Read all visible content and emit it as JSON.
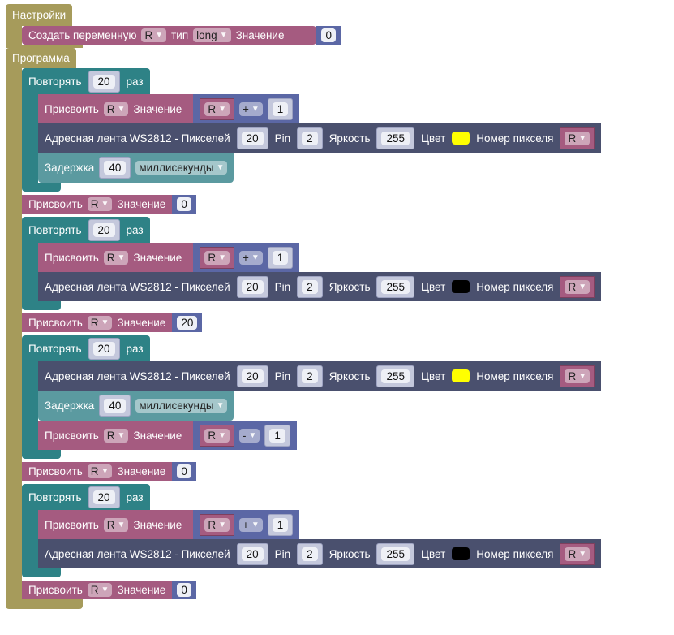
{
  "colors": {
    "settings": "#a69b5b",
    "variable": "#a55b80",
    "loop": "#2e8286",
    "strip": "#4a506e",
    "delay": "#5b9aa0",
    "math": "#5b67a5"
  },
  "setup": {
    "label": "Настройки",
    "blocks": [
      {
        "type": "declare",
        "label": "Создать переменную",
        "var": "R",
        "type_label": "тип",
        "type_value": "long",
        "value_label": "Значение",
        "value": "0"
      }
    ]
  },
  "program": {
    "label": "Программа",
    "blocks": [
      {
        "type": "repeat",
        "label": "Повторять",
        "count": "20",
        "suffix": "раз",
        "body": [
          {
            "type": "assign_math",
            "label": "Присвоить",
            "var": "R",
            "value_label": "Значение",
            "left": "R",
            "op": "+",
            "right": "1"
          },
          {
            "type": "strip",
            "label": "Адресная лента WS2812 - Пикселей",
            "pixels": "20",
            "pin_label": "Pin",
            "pin": "2",
            "brightness_label": "Яркость",
            "brightness": "255",
            "color_label": "Цвет",
            "color": "#ffff00",
            "index_label": "Номер пикселя",
            "index": "R"
          },
          {
            "type": "delay",
            "label": "Задержка",
            "value": "40",
            "unit": "миллисекунды"
          }
        ]
      },
      {
        "type": "assign_num",
        "label": "Присвоить",
        "var": "R",
        "value_label": "Значение",
        "value": "0"
      },
      {
        "type": "repeat",
        "label": "Повторять",
        "count": "20",
        "suffix": "раз",
        "body": [
          {
            "type": "assign_math",
            "label": "Присвоить",
            "var": "R",
            "value_label": "Значение",
            "left": "R",
            "op": "+",
            "right": "1"
          },
          {
            "type": "strip",
            "label": "Адресная лента WS2812 - Пикселей",
            "pixels": "20",
            "pin_label": "Pin",
            "pin": "2",
            "brightness_label": "Яркость",
            "brightness": "255",
            "color_label": "Цвет",
            "color": "#000000",
            "index_label": "Номер пикселя",
            "index": "R"
          }
        ]
      },
      {
        "type": "assign_num",
        "label": "Присвоить",
        "var": "R",
        "value_label": "Значение",
        "value": "20"
      },
      {
        "type": "repeat",
        "label": "Повторять",
        "count": "20",
        "suffix": "раз",
        "body": [
          {
            "type": "strip",
            "label": "Адресная лента WS2812 - Пикселей",
            "pixels": "20",
            "pin_label": "Pin",
            "pin": "2",
            "brightness_label": "Яркость",
            "brightness": "255",
            "color_label": "Цвет",
            "color": "#ffff00",
            "index_label": "Номер пикселя",
            "index": "R"
          },
          {
            "type": "delay",
            "label": "Задержка",
            "value": "40",
            "unit": "миллисекунды"
          },
          {
            "type": "assign_math",
            "label": "Присвоить",
            "var": "R",
            "value_label": "Значение",
            "left": "R",
            "op": "-",
            "right": "1"
          }
        ]
      },
      {
        "type": "assign_num",
        "label": "Присвоить",
        "var": "R",
        "value_label": "Значение",
        "value": "0"
      },
      {
        "type": "repeat",
        "label": "Повторять",
        "count": "20",
        "suffix": "раз",
        "body": [
          {
            "type": "assign_math",
            "label": "Присвоить",
            "var": "R",
            "value_label": "Значение",
            "left": "R",
            "op": "+",
            "right": "1"
          },
          {
            "type": "strip",
            "label": "Адресная лента WS2812 - Пикселей",
            "pixels": "20",
            "pin_label": "Pin",
            "pin": "2",
            "brightness_label": "Яркость",
            "brightness": "255",
            "color_label": "Цвет",
            "color": "#000000",
            "index_label": "Номер пикселя",
            "index": "R"
          }
        ]
      },
      {
        "type": "assign_num",
        "label": "Присвоить",
        "var": "R",
        "value_label": "Значение",
        "value": "0"
      }
    ]
  }
}
